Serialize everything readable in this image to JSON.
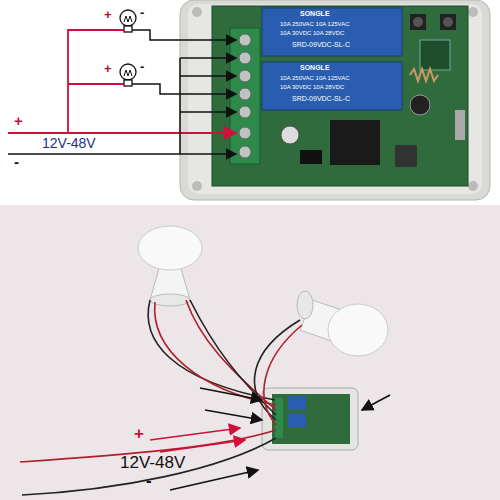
{
  "diagram": {
    "labels": [
      "+",
      "-",
      "+",
      "-",
      "+",
      "-",
      "12V-48V",
      "SONGLE",
      "10A 250VAC 10A 125VAC",
      "10A 30VDC 10A 28VDC",
      "SRD-09VDC-SL-C",
      "SONGLE",
      "10A 250VAC 10A 125VAC",
      "10A 30VDC 10A 28VDC",
      "SRD-09VDC-SL-C",
      "+",
      "12V-48V",
      "-"
    ]
  }
}
